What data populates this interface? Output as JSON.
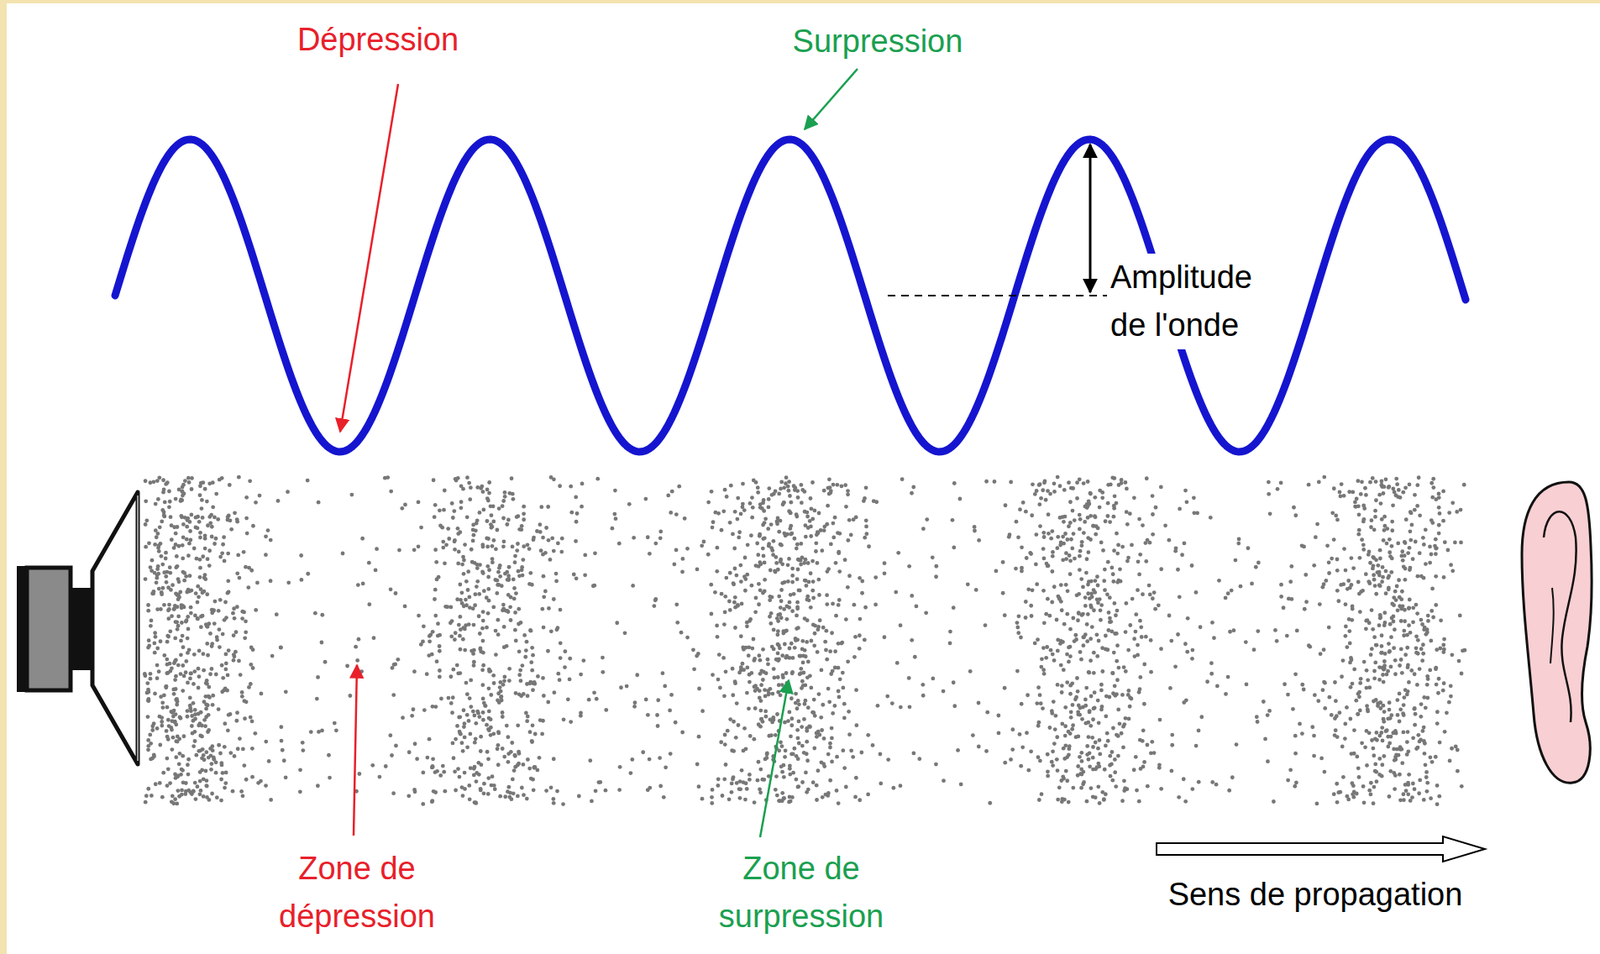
{
  "diagram": {
    "labels": [
      "Dépression",
      "Surpression",
      "Amplitude de l'onde",
      "Zone de dépression",
      "Zone de surpression",
      "Sens de propagation"
    ]
  }
}
